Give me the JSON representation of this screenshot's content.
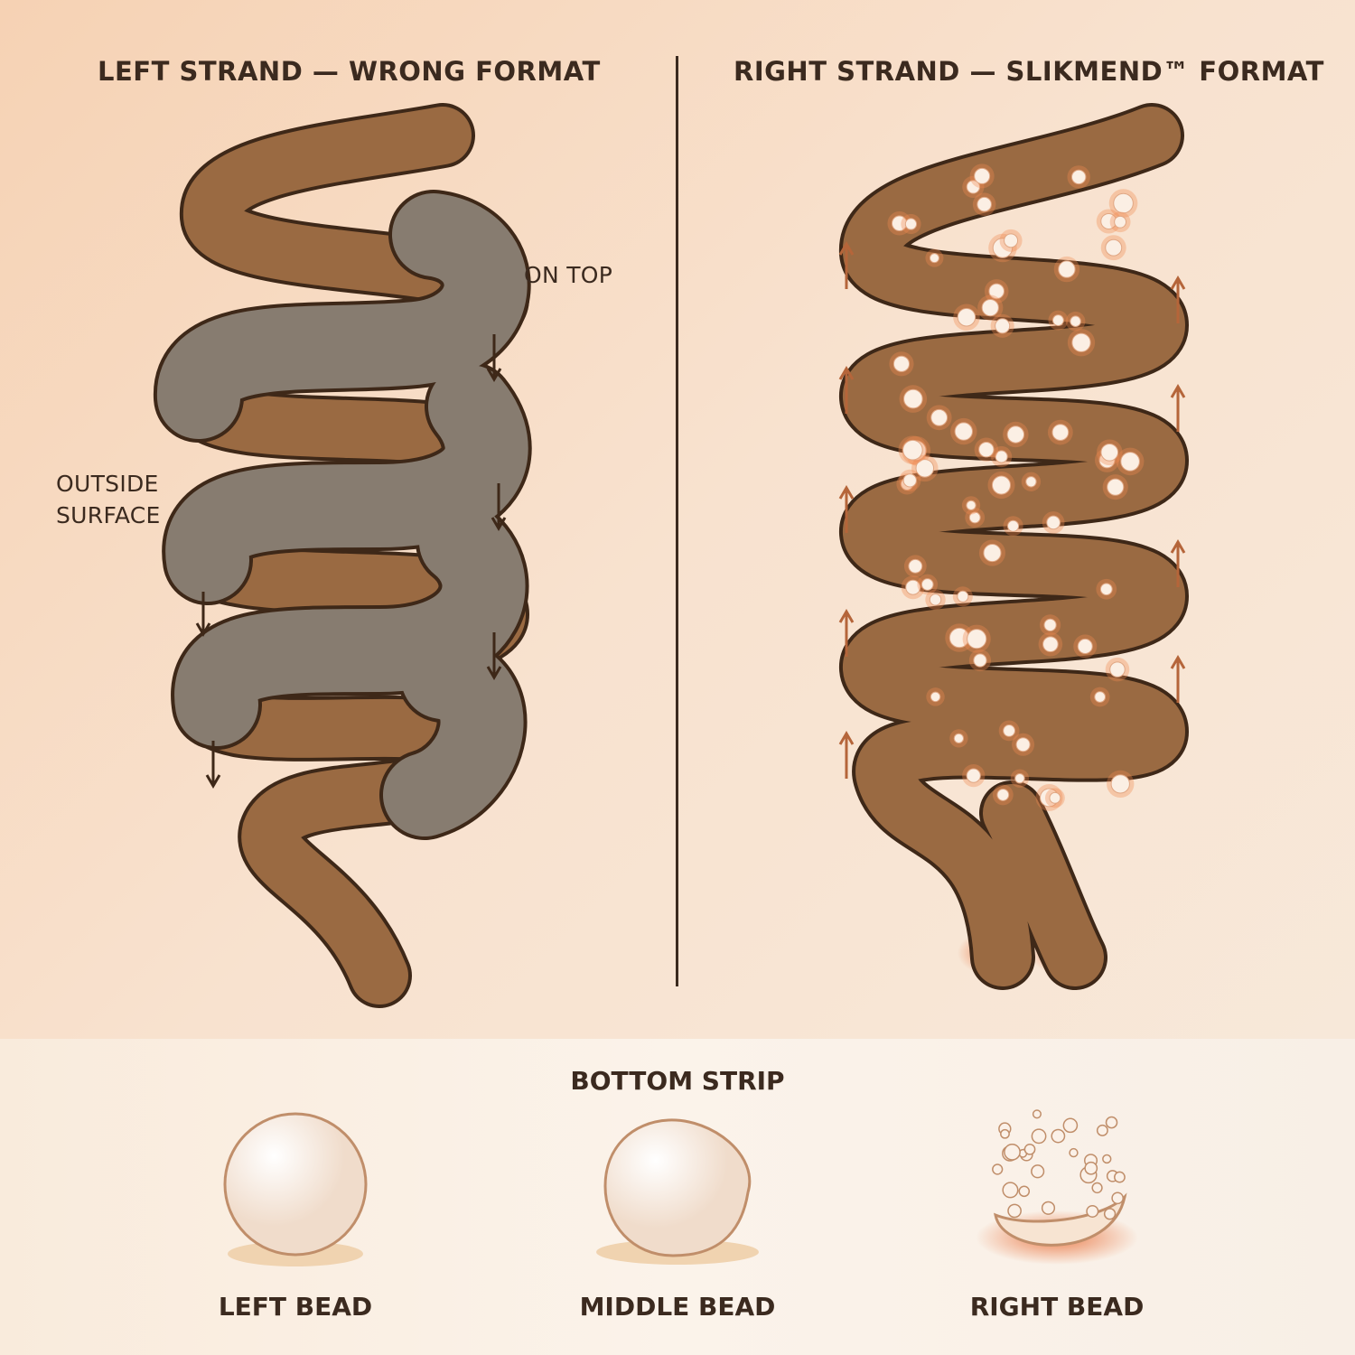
{
  "left_panel": {
    "title": "LEFT STRAND — WRONG FORMAT",
    "label_on_top": "ON TOP",
    "label_outside_surface": "OUTSIDE SURFACE"
  },
  "right_panel": {
    "title": "RIGHT STRAND — SLIKMEND™ FORMAT"
  },
  "bottom_strip": {
    "title": "BOTTOM STRIP",
    "beads": [
      {
        "label": "LEFT BEAD"
      },
      {
        "label": "MIDDLE BEAD"
      },
      {
        "label": "RIGHT BEAD"
      }
    ]
  },
  "colors": {
    "hair": "#9a6a42",
    "outline": "#3e2818",
    "coating": "#877c70",
    "accent": "#b5653a"
  }
}
